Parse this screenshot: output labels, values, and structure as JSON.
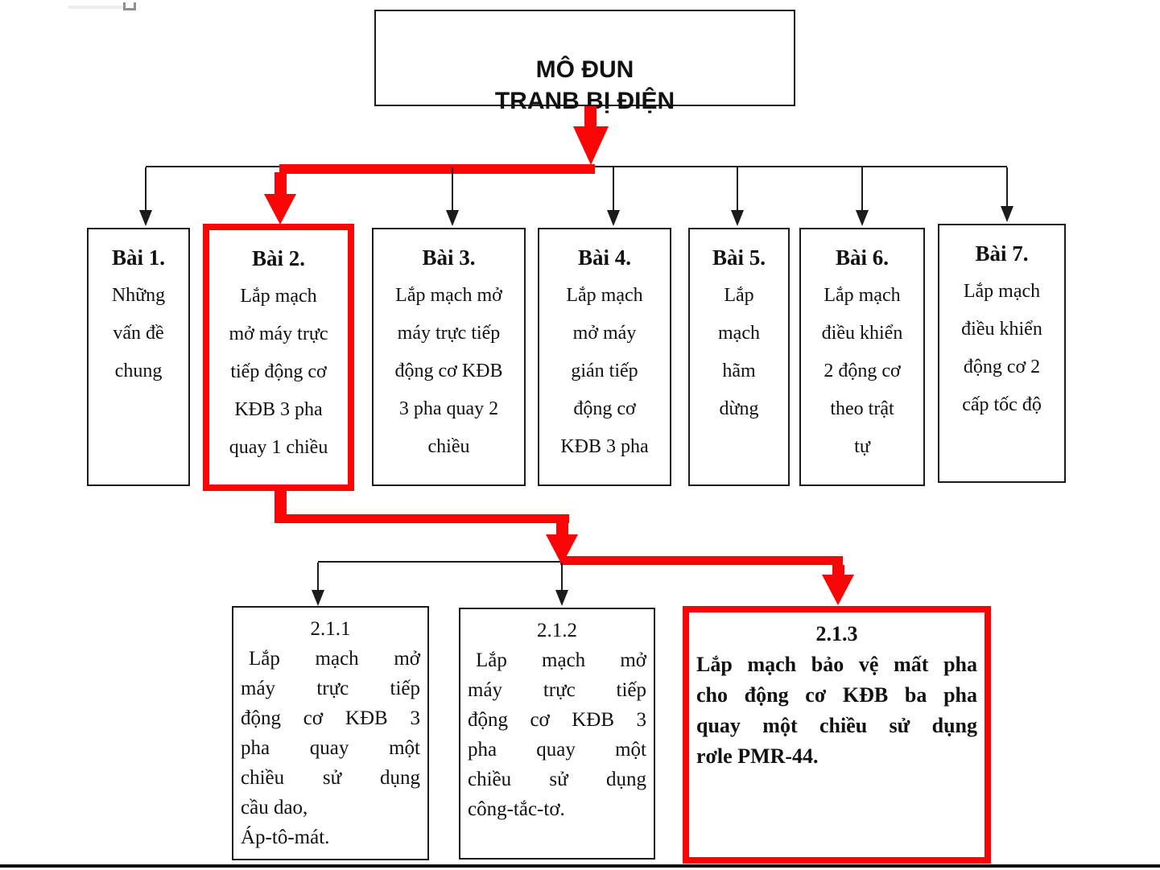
{
  "module": {
    "title": "MÔ ĐUN\nTRANB BỊ ĐIỆN"
  },
  "lessons": [
    {
      "header": "Bài 1.",
      "body": "Những\nvấn đề\nchung",
      "highlighted": false
    },
    {
      "header": "Bài 2.",
      "body": "Lắp mạch\nmở máy trực\ntiếp động cơ\nKĐB 3 pha\nquay 1 chiều",
      "highlighted": true
    },
    {
      "header": "Bài 3.",
      "body": "Lắp mạch mở\nmáy trực tiếp\nđộng cơ KĐB\n3 pha quay 2\nchiều",
      "highlighted": false
    },
    {
      "header": "Bài 4.",
      "body": "Lắp mạch\nmở máy\ngián tiếp\nđộng cơ\nKĐB 3 pha",
      "highlighted": false
    },
    {
      "header": "Bài 5.",
      "body": "Lắp\nmạch\nhãm\ndừng",
      "highlighted": false
    },
    {
      "header": "Bài 6.",
      "body": "Lắp mạch\nđiều khiển\n2 động cơ\ntheo trật\ntự",
      "highlighted": false
    },
    {
      "header": "Bài 7.",
      "body": "Lắp mạch\nđiều khiển\nđộng cơ 2\ncấp tốc độ",
      "highlighted": false
    }
  ],
  "subtopics": [
    {
      "header": "2.1.1",
      "lines": [
        "Lắp mạch mở",
        "máy trực tiếp",
        "động cơ KĐB 3",
        "pha quay một",
        "chiều sử dụng",
        "cầu dao,",
        "Áp-tô-mát."
      ],
      "justified_lines": 5,
      "highlighted": false
    },
    {
      "header": "2.1.2",
      "lines": [
        "Lắp mạch mở",
        "máy trực tiếp",
        "động cơ KĐB 3",
        "pha quay một",
        "chiều sử dụng",
        "công-tắc-tơ."
      ],
      "justified_lines": 5,
      "highlighted": false
    },
    {
      "header": "2.1.3",
      "lines": [
        "Lắp mạch bảo vệ mất pha",
        "cho động cơ KĐB ba pha",
        "quay một chiều sử dụng",
        "rơle PMR-44."
      ],
      "justified_lines": 3,
      "highlighted": true
    }
  ],
  "colors": {
    "highlight_red": "#fa0505",
    "line_black": "#1b1b1b",
    "background": "#ffffff"
  }
}
